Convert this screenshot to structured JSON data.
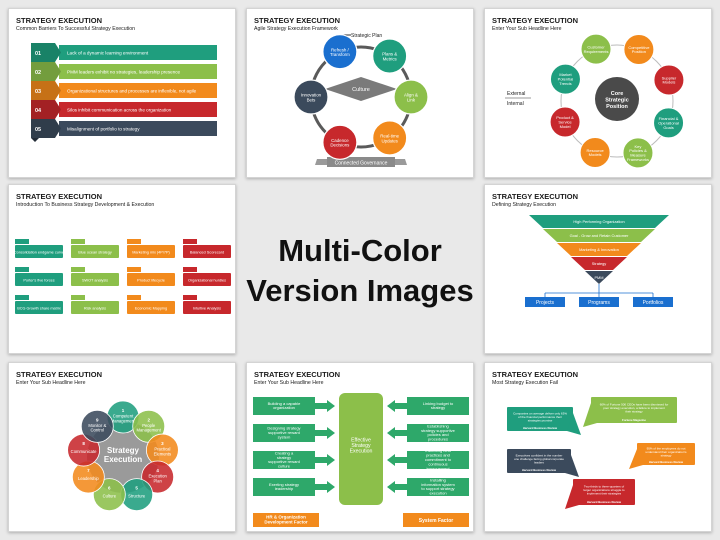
{
  "center": {
    "line1": "Multi-Color",
    "line2": "Version Images"
  },
  "slides": [
    {
      "title": "STRATEGY EXECUTION",
      "subtitle": "Common Barriers To Successful Strategy Execution",
      "items": [
        {
          "num": "01",
          "text": "Lack of a dynamic learning environment",
          "color": "#1f9e7e"
        },
        {
          "num": "02",
          "text": "PMM leaders exhibit no strategies, leadership presence",
          "color": "#8cbf4a"
        },
        {
          "num": "03",
          "text": "Organizational structures and processes are inflexible, not agile",
          "color": "#f28a1c"
        },
        {
          "num": "04",
          "text": "Silos inhibit communication across the organization",
          "color": "#c7282c"
        },
        {
          "num": "05",
          "text": "Misalignment of portfolio to strategy",
          "color": "#3b4a5c"
        }
      ]
    },
    {
      "title": "STRATEGY EXECUTION",
      "subtitle": "Agile Strategy Execution Framework",
      "plan": "Strategic Plan",
      "culture": "Culture",
      "governance": "Connected Governance",
      "nodes": [
        {
          "text": "Refresh / Transform",
          "color": "#1a6fcf"
        },
        {
          "text": "Plans & Metrics",
          "color": "#1f9e7e"
        },
        {
          "text": "Align & Link",
          "color": "#8cbf4a"
        },
        {
          "text": "Real-time Updates",
          "color": "#f28a1c"
        },
        {
          "text": "Cadence Decisions",
          "color": "#c7282c"
        },
        {
          "text": "Innovation Bets",
          "color": "#3b4a5c"
        }
      ]
    },
    {
      "title": "STRATEGY EXECUTION",
      "subtitle": "Enter Your Sub Headline Here",
      "core": "Core Strategic Position",
      "external": "External",
      "internal": "Internal",
      "nodes": [
        {
          "text": "Customer Requirements",
          "color": "#8cbf4a"
        },
        {
          "text": "Competitive Position",
          "color": "#f28a1c"
        },
        {
          "text": "Supplier Models",
          "color": "#c7282c"
        },
        {
          "text": "Financial & Operational Goals",
          "color": "#1f9e7e"
        },
        {
          "text": "Key Policies & Measure Frameworks",
          "color": "#8cbf4a"
        },
        {
          "text": "Resource Models",
          "color": "#f28a1c"
        },
        {
          "text": "Product & Service Model",
          "color": "#c7282c"
        },
        {
          "text": "Market Potential Trends",
          "color": "#1f9e7e"
        }
      ]
    },
    {
      "title": "STRATEGY EXECUTION",
      "subtitle": "Introduction To Business Strategy Development & Execution",
      "cols": [
        {
          "color": "#1f9e7e",
          "items": [
            "Consolidation endgame curve",
            "Porter's five forces",
            "BCG Growth share matrix"
          ]
        },
        {
          "color": "#8cbf4a",
          "items": [
            "Blue ocean strategy",
            "SWOT analysis",
            "Risk analysis"
          ]
        },
        {
          "color": "#f28a1c",
          "items": [
            "Marketing mix (4P/7P)",
            "Product lifecycle",
            "Economic Mapping"
          ]
        },
        {
          "color": "#c7282c",
          "items": [
            "Balanced Scorecard",
            "Organizational hurdles",
            "Intuitive Analysis"
          ]
        }
      ]
    },
    {
      "title": "STRATEGY EXECUTION",
      "subtitle": "Defining Strategy Execution",
      "layers": [
        {
          "text": "High Performing Organization",
          "color": "#1f9e7e"
        },
        {
          "text": "Goal - Grow and Retain Customer",
          "color": "#8cbf4a"
        },
        {
          "text": "Marketing & Innovation",
          "color": "#f28a1c"
        },
        {
          "text": "Strategy",
          "color": "#c7282c"
        },
        {
          "text": "PMM",
          "color": "#3b4a5c"
        }
      ],
      "boxes": [
        "Projects",
        "Programs",
        "Portfolios"
      ],
      "box_color": "#1a6fcf"
    },
    {
      "title": "STRATEGY EXECUTION",
      "subtitle": "Enter Your Sub Headline Here",
      "center": "Strategy Execution",
      "petals": [
        {
          "num": "1",
          "text": "Competent Management",
          "color": "#1f9e7e"
        },
        {
          "num": "2",
          "text": "People Management",
          "color": "#8cbf4a"
        },
        {
          "num": "3",
          "text": "Practical Elements",
          "color": "#f28a1c"
        },
        {
          "num": "4",
          "text": "Execution Plan",
          "color": "#c7282c"
        },
        {
          "num": "5",
          "text": "Structure",
          "color": "#1f9e7e"
        },
        {
          "num": "6",
          "text": "Culture",
          "color": "#8cbf4a"
        },
        {
          "num": "7",
          "text": "Leadership",
          "color": "#f28a1c"
        },
        {
          "num": "8",
          "text": "Communicate",
          "color": "#c7282c"
        },
        {
          "num": "9",
          "text": "Monitor & Control",
          "color": "#3b4a5c"
        }
      ]
    },
    {
      "title": "STRATEGY EXECUTION",
      "subtitle": "Enter Your Sub Headline Here",
      "center": "Effective Strategy Execution",
      "left": [
        "Building a capable organization",
        "Designing strategy supportive reward system",
        "Creating a strategy supportive reward culture",
        "Exerting strategy leadership"
      ],
      "right": [
        "Linking budget to strategy",
        "Establishing strategy supportive policies and procedures",
        "Instituting best practices and commitment to continuous improvement",
        "Installing information system to support strategy execution"
      ],
      "left_label": "HR & Organization Development Factor",
      "right_label": "System Factor",
      "green": "#2ea86a",
      "label_color": "#f28a1c"
    },
    {
      "title": "STRATEGY EXECUTION",
      "subtitle": "Most Strategy Execution Fail",
      "bubbles": [
        {
          "text": "Companies on average deliver only 63% of the financial performance their strategies promise",
          "source": "Harvard Business Review",
          "color": "#1f9e7e"
        },
        {
          "text": "60% of Fortune 500 CEOs have been dismissed for poor strategy execution, a failure to implement their strategy",
          "source": "Fortune Magazine",
          "color": "#8cbf4a"
        },
        {
          "text": "Executives confident in the number one challenge facing global corporate leaders",
          "source": "Harvard Business Review",
          "color": "#3b4a5c"
        },
        {
          "text": "95% of the employees do not understand their organization's strategy",
          "source": "Harvard Business Review",
          "color": "#f28a1c"
        },
        {
          "text": "Two-thirds to three-quarters of larger organizations struggle to implement their strategies",
          "source": "Harvard Business Review",
          "color": "#c7282c"
        }
      ]
    }
  ]
}
